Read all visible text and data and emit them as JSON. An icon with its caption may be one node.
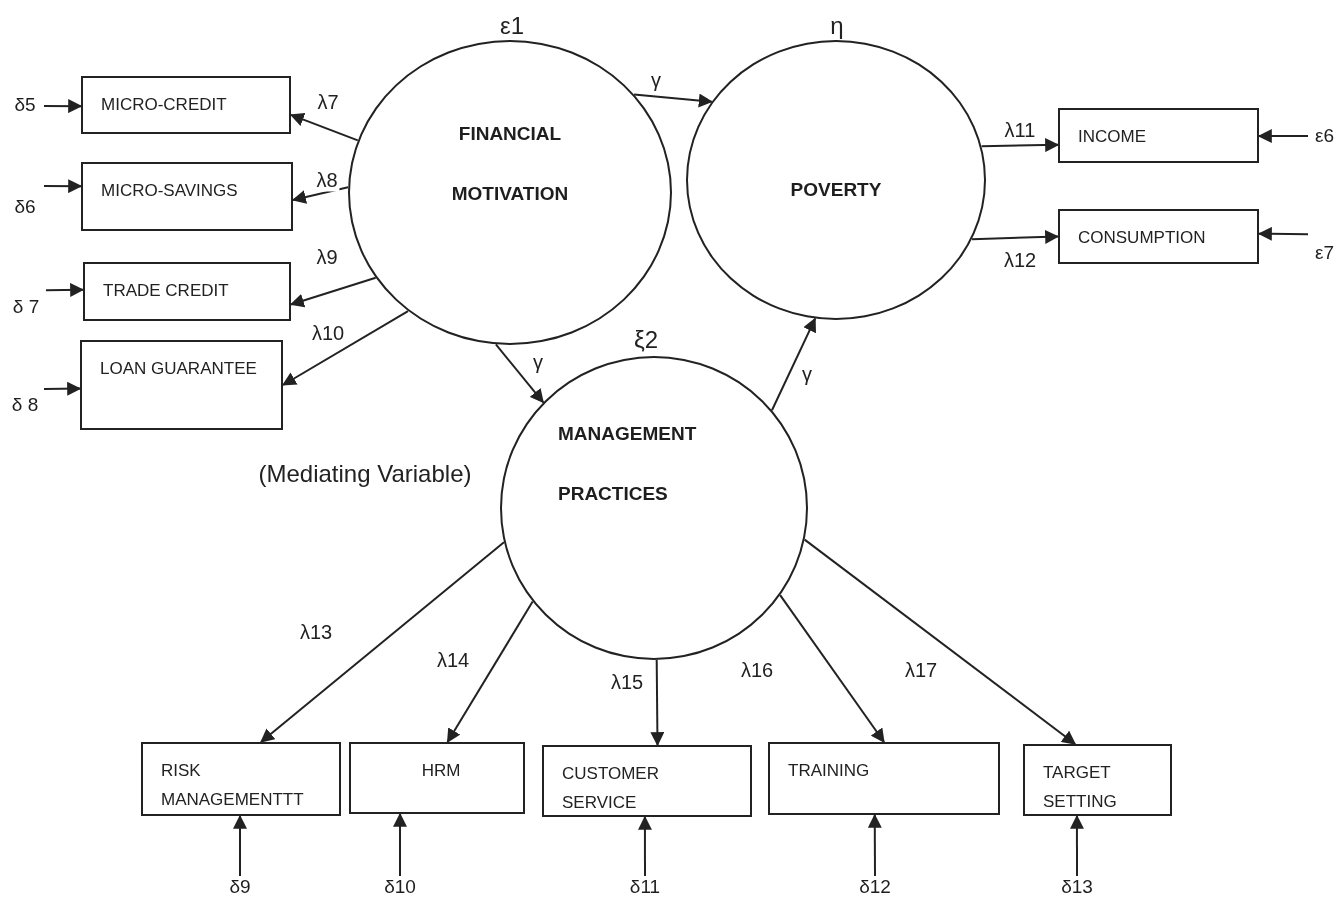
{
  "diagram": {
    "nodes": [
      {
        "text": [
          "FINANCIAL MOTIVATION"
        ],
        "beside": [
          "ε1"
        ]
      },
      {
        "text": [
          "POVERTY"
        ],
        "beside": [
          "η"
        ]
      },
      {
        "text": [
          "MANAGEMENT PRACTICES"
        ],
        "beside": [
          "ξ2",
          "(Mediating Variable)"
        ]
      },
      {
        "text": [
          "MICRO-CREDIT"
        ]
      },
      {
        "text": [
          "MICRO-SAVINGS"
        ]
      },
      {
        "text": [
          "TRADE CREDIT"
        ]
      },
      {
        "text": [
          "LOAN GUARANTEE"
        ]
      },
      {
        "text": [
          "INCOME"
        ]
      },
      {
        "text": [
          "CONSUMPTION"
        ]
      },
      {
        "text": [
          "RISK MANAGEMENTTT"
        ]
      },
      {
        "text": [
          "HRM"
        ]
      },
      {
        "text": [
          "CUSTOMER SERVICE"
        ]
      },
      {
        "text": [
          "TRAINING"
        ]
      },
      {
        "text": [
          "TARGET SETTING"
        ]
      },
      {
        "text": [
          "δ5"
        ]
      },
      {
        "text": [
          "δ6"
        ]
      },
      {
        "text": [
          "δ 7"
        ]
      },
      {
        "text": [
          "δ 8"
        ]
      },
      {
        "text": [
          "ε6"
        ]
      },
      {
        "text": [
          "ε7"
        ]
      },
      {
        "text": [
          "δ9"
        ]
      },
      {
        "text": [
          "δ10"
        ]
      },
      {
        "text": [
          "δ11"
        ]
      },
      {
        "text": [
          "δ12"
        ]
      },
      {
        "text": [
          "δ13"
        ]
      }
    ],
    "edges": [
      {
        "from": 0,
        "to": 3,
        "arrow": "to",
        "label": "λ7"
      },
      {
        "from": 0,
        "to": 4,
        "arrow": "to",
        "label": "λ8"
      },
      {
        "from": 0,
        "to": 5,
        "arrow": "to",
        "label": "λ9"
      },
      {
        "from": 0,
        "to": 6,
        "arrow": "to",
        "label": "λ10"
      },
      {
        "from": 0,
        "to": 1,
        "arrow": "to",
        "label": "γ"
      },
      {
        "from": 0,
        "to": 2,
        "arrow": "to",
        "label": "γ"
      },
      {
        "from": 2,
        "to": 1,
        "arrow": "to",
        "label": "γ"
      },
      {
        "from": 1,
        "to": 7,
        "arrow": "to",
        "label": "λ11"
      },
      {
        "from": 1,
        "to": 8,
        "arrow": "to",
        "label": "λ12"
      },
      {
        "from": 2,
        "to": 9,
        "arrow": "to",
        "label": "λ13"
      },
      {
        "from": 2,
        "to": 10,
        "arrow": "to",
        "label": "λ14"
      },
      {
        "from": 2,
        "to": 11,
        "arrow": "to",
        "label": "λ15"
      },
      {
        "from": 2,
        "to": 12,
        "arrow": "to",
        "label": "λ16"
      },
      {
        "from": 2,
        "to": 13,
        "arrow": "to",
        "label": "λ17"
      },
      {
        "from": 14,
        "to": 3,
        "arrow": "to"
      },
      {
        "from": 15,
        "to": 4,
        "arrow": "to"
      },
      {
        "from": 16,
        "to": 5,
        "arrow": "to"
      },
      {
        "from": 17,
        "to": 6,
        "arrow": "to"
      },
      {
        "from": 18,
        "to": 7,
        "arrow": "to"
      },
      {
        "from": 19,
        "to": 8,
        "arrow": "to"
      },
      {
        "from": 20,
        "to": 9,
        "arrow": "to"
      },
      {
        "from": 21,
        "to": 10,
        "arrow": "to"
      },
      {
        "from": 22,
        "to": 11,
        "arrow": "to"
      },
      {
        "from": 23,
        "to": 12,
        "arrow": "to"
      },
      {
        "from": 24,
        "to": 13,
        "arrow": "to"
      }
    ]
  }
}
